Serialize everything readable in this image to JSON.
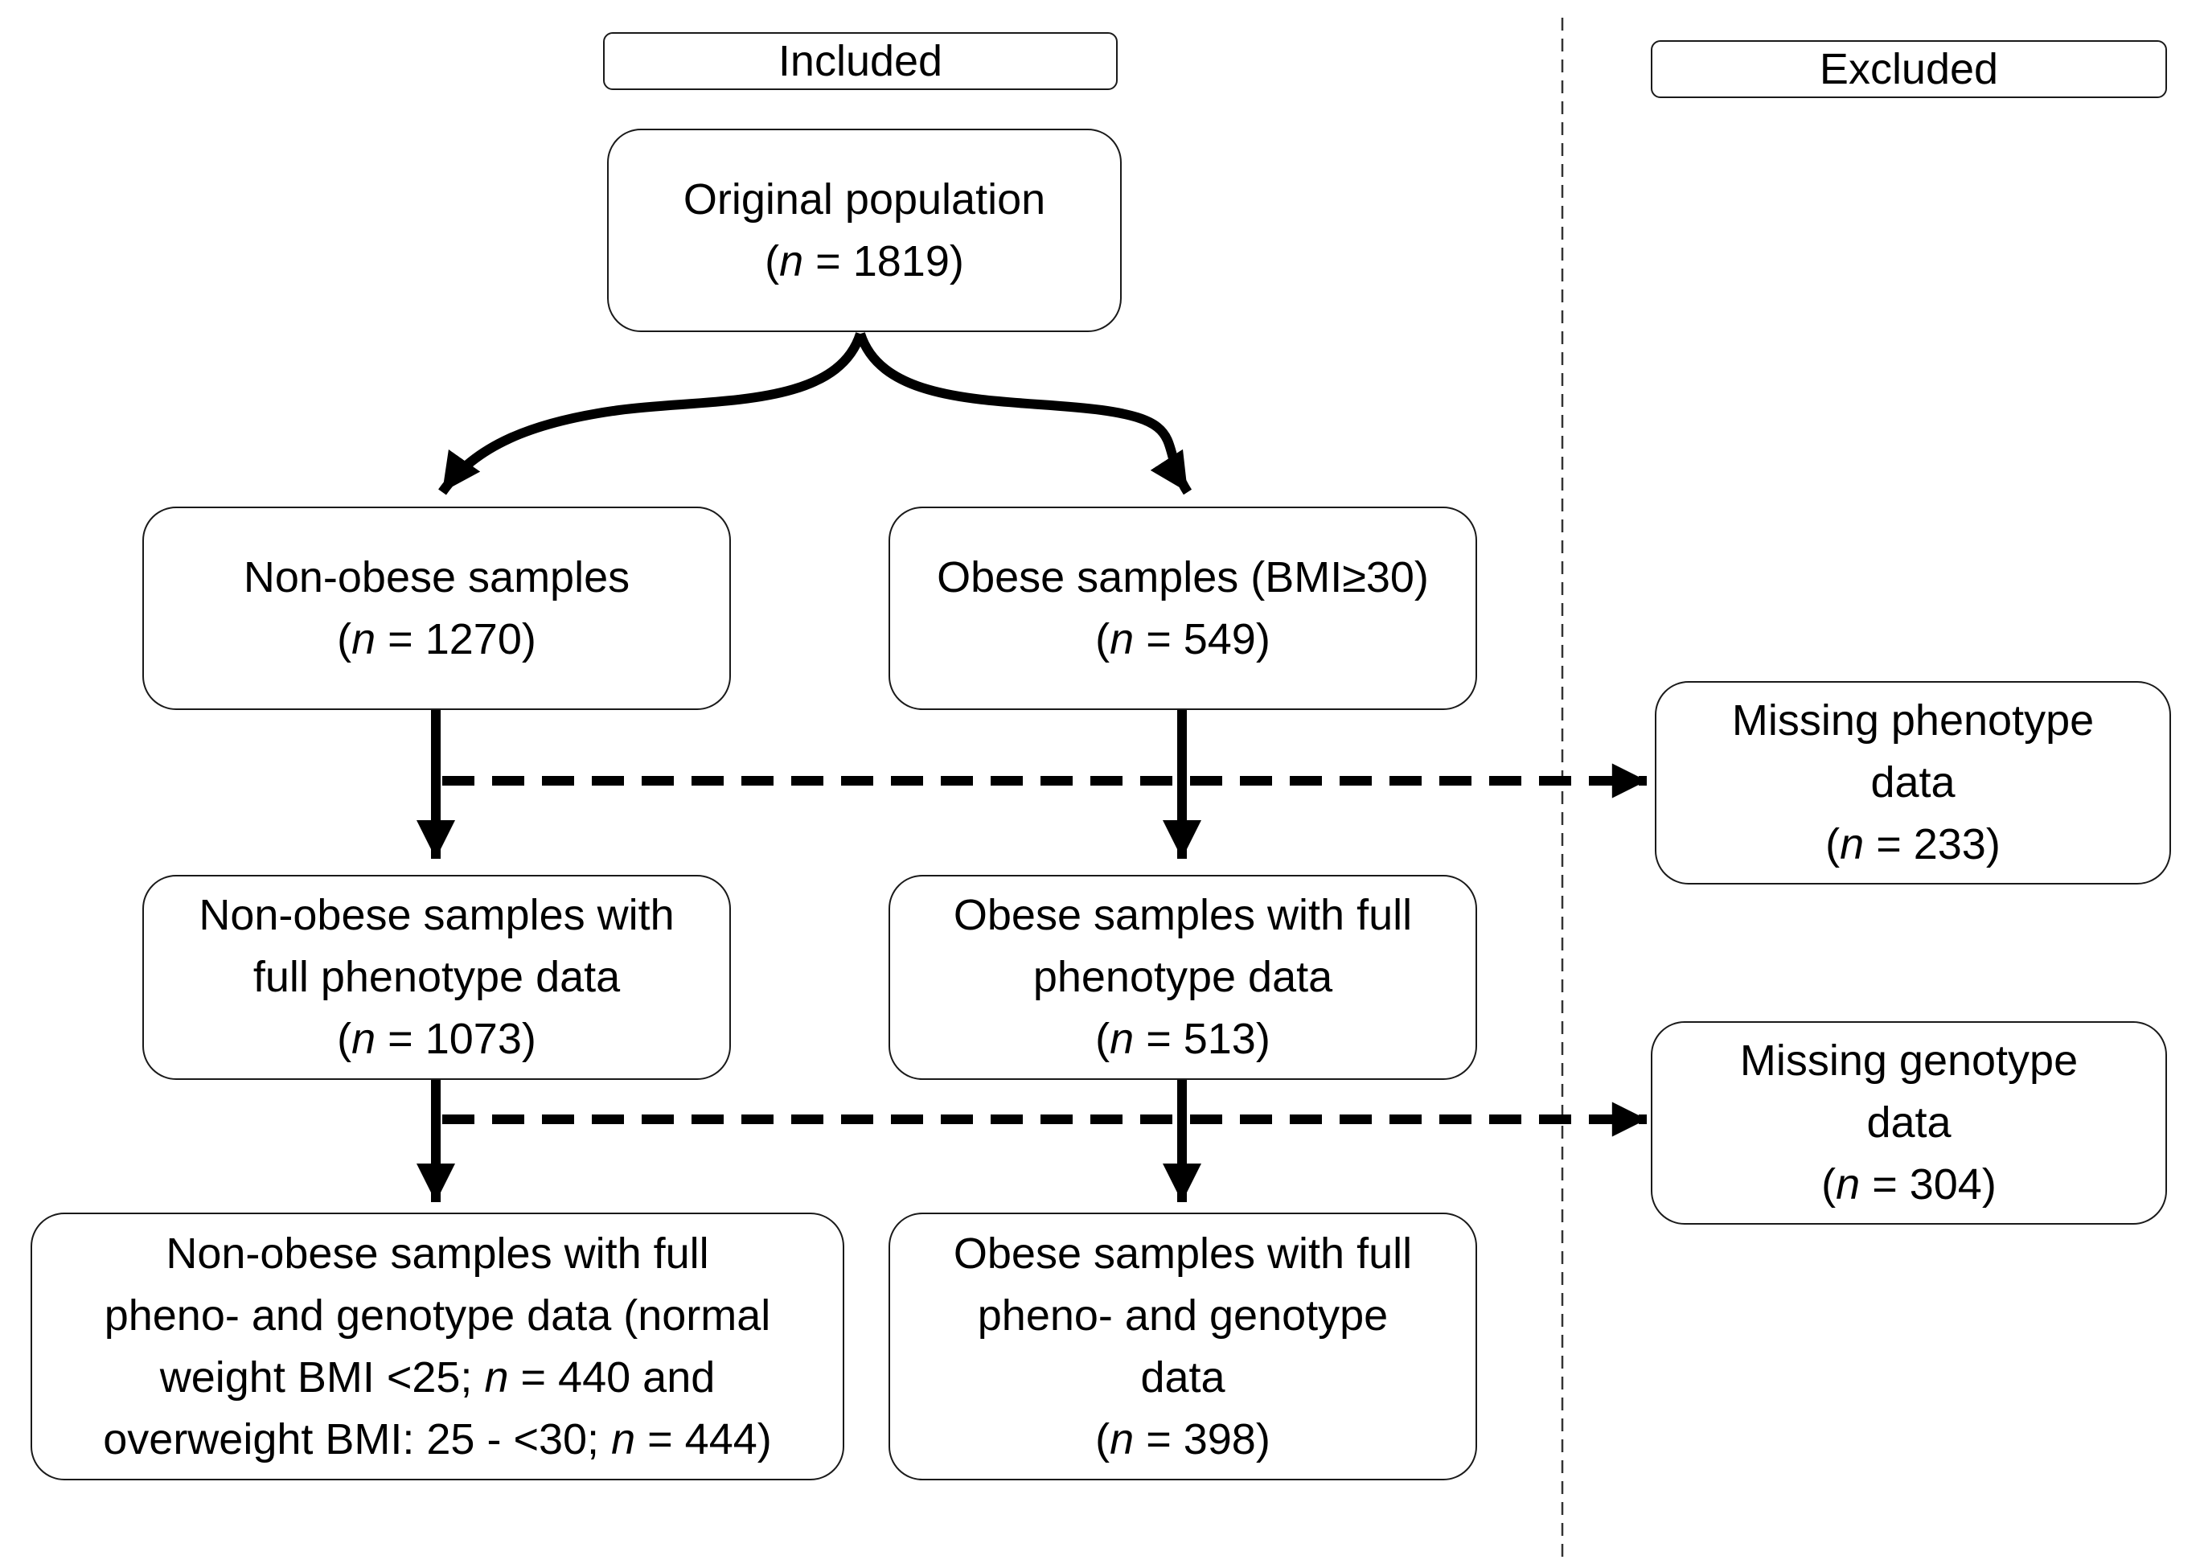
{
  "headers": {
    "included": "Included",
    "excluded": "Excluded"
  },
  "n_var": "n",
  "boxes": {
    "original": {
      "lines": [
        "Original population"
      ],
      "n": "1819"
    },
    "non_obese": {
      "lines": [
        "Non-obese samples"
      ],
      "n": "1270"
    },
    "obese": {
      "lines": [
        "Obese samples (BMI≥30)"
      ],
      "n": "549"
    },
    "non_obese_pheno": {
      "lines": [
        "Non-obese samples with",
        "full phenotype data"
      ],
      "n": "1073"
    },
    "obese_pheno": {
      "lines": [
        "Obese samples with full",
        "phenotype data"
      ],
      "n": "513"
    },
    "missing_pheno": {
      "lines": [
        "Missing phenotype",
        "data"
      ],
      "n": "233"
    },
    "missing_geno": {
      "lines": [
        "Missing genotype",
        "data"
      ],
      "n": "304"
    },
    "obese_full": {
      "lines": [
        "Obese samples with full",
        "pheno- and genotype",
        "data"
      ],
      "n": "398"
    },
    "non_obese_full": {
      "line1": "Non-obese samples with full",
      "line2": "pheno- and genotype data (normal",
      "line3_pre": "weight BMI <25; ",
      "n1": "440",
      "line3_post": " and",
      "line4_pre": "overweight BMI: 25 - <30; ",
      "n2": "444",
      "line4_post": ")"
    }
  },
  "colors": {
    "stroke": "#000000",
    "border": "#1a1a1a",
    "background": "#ffffff"
  }
}
